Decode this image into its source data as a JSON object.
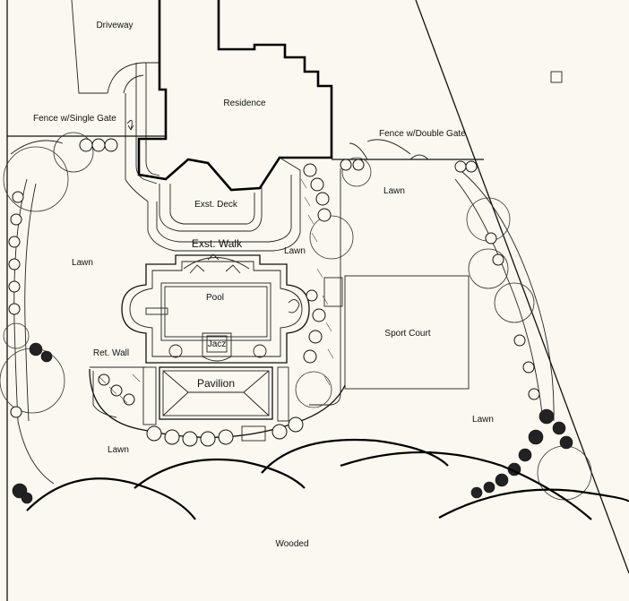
{
  "labels": {
    "driveway": "Driveway",
    "residence": "Residence",
    "fence_single": "Fence w/Single Gate",
    "fence_double": "Fence w/Double Gate",
    "deck": "Exst. Deck",
    "walk": "Exst. Walk",
    "lawn_west": "Lawn",
    "lawn_north": "Lawn",
    "lawn_center": "Lawn",
    "lawn_east": "Lawn",
    "lawn_south": "Lawn",
    "pool": "Pool",
    "jacuzzi": "Jacz",
    "sport_court": "Sport Court",
    "ret_wall": "Ret. Wall",
    "pavilion": "Pavilion",
    "wooded": "Wooded"
  },
  "colors": {
    "paper": "#faf8f0",
    "ink": "#111111"
  }
}
